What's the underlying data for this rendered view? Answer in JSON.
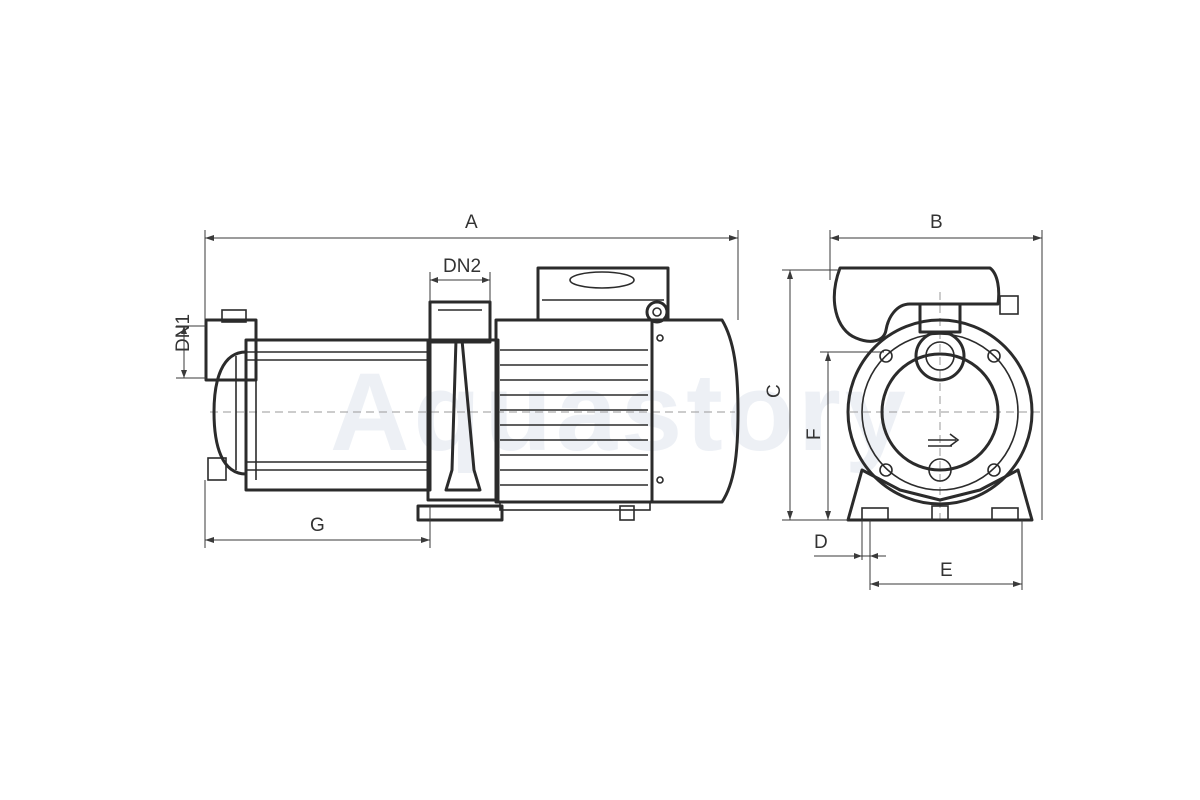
{
  "watermark": "Aquastory",
  "dimensions": {
    "A": "A",
    "B": "B",
    "C": "C",
    "D": "D",
    "E": "E",
    "F": "F",
    "G": "G",
    "DN1": "DN1",
    "DN2": "DN2"
  },
  "colors": {
    "line": "#2b2b2b",
    "watermark": "#dfe5ee",
    "background": "#ffffff"
  }
}
